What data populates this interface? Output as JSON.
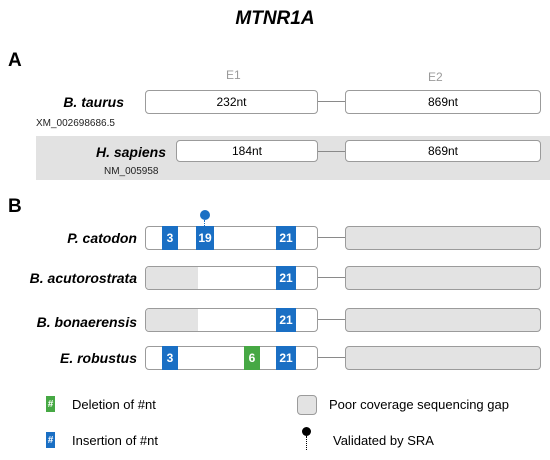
{
  "title": "MTNR1A",
  "panelA": {
    "letter": "A",
    "exon_headers": [
      "E1",
      "E2"
    ],
    "rows": [
      {
        "species": "B. taurus",
        "accession": "XM_002698686.5",
        "e1": "232nt",
        "e2": "869nt",
        "shaded": false
      },
      {
        "species": "H. sapiens",
        "accession": "NM_005958",
        "e1": "184nt",
        "e2": "869nt",
        "shaded": true
      }
    ]
  },
  "panelB": {
    "letter": "B",
    "rows": [
      {
        "species": "P. catodon",
        "marks": [
          {
            "type": "insertion",
            "value": "3"
          },
          {
            "type": "insertion",
            "value": "19",
            "validated": true
          },
          {
            "type": "insertion",
            "value": "21"
          }
        ],
        "gap_start": false,
        "exon2_gap": true
      },
      {
        "species": "B. acutorostrata",
        "marks": [
          {
            "type": "insertion",
            "value": "21"
          }
        ],
        "gap_start": true,
        "exon2_gap": true
      },
      {
        "species": "B. bonaerensis",
        "marks": [
          {
            "type": "insertion",
            "value": "21"
          }
        ],
        "gap_start": true,
        "exon2_gap": true
      },
      {
        "species": "E. robustus",
        "marks": [
          {
            "type": "insertion",
            "value": "3"
          },
          {
            "type": "deletion",
            "value": "6"
          },
          {
            "type": "insertion",
            "value": "21"
          }
        ],
        "gap_start": false,
        "exon2_gap": true
      }
    ]
  },
  "legend": {
    "deletion_icon": "#",
    "deletion_label": "Deletion of #nt",
    "insertion_icon": "#",
    "insertion_label": "Insertion of #nt",
    "gap_label": "Poor coverage sequencing gap",
    "sra_label": "Validated by SRA"
  },
  "colors": {
    "insertion": "#1a6fc4",
    "deletion": "#46a844",
    "gap": "#e3e3e3"
  }
}
